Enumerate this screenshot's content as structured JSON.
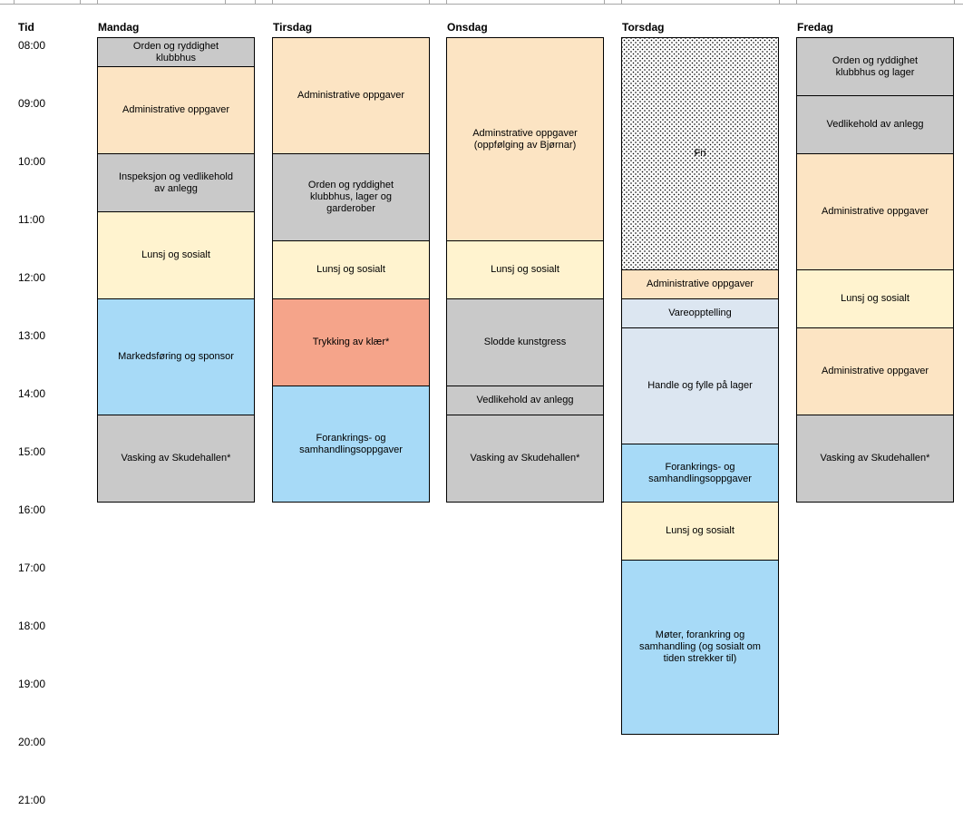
{
  "colors": {
    "gray": "#C9C9C9",
    "peach": "#FCE4C3",
    "cream": "#FFF3CF",
    "skyblue": "#A7DAF7",
    "paleblue": "#DCE6F1",
    "salmon": "#F5A48A",
    "dotted_pattern_fg": "#000000",
    "dotted_pattern_bg": "#FFFFFF",
    "border": "#000000",
    "gridline": "#A6A6A6"
  },
  "time_axis": {
    "label": "Tid",
    "times": [
      "08:00",
      "09:00",
      "10:00",
      "11:00",
      "12:00",
      "13:00",
      "14:00",
      "15:00",
      "16:00",
      "17:00",
      "18:00",
      "19:00",
      "20:00",
      "21:00"
    ]
  },
  "days": [
    {
      "name": "Mandag",
      "events": [
        {
          "label": "Orden og ryddighet klubbhus",
          "start": "08:00",
          "end": "08:30",
          "color": "gray"
        },
        {
          "label": "Administrative oppgaver",
          "start": "08:30",
          "end": "10:00",
          "color": "peach"
        },
        {
          "label": "Inspeksjon og vedlikehold av anlegg",
          "start": "10:00",
          "end": "11:00",
          "color": "gray"
        },
        {
          "label": "Lunsj og sosialt",
          "start": "11:00",
          "end": "12:30",
          "color": "cream"
        },
        {
          "label": "Markedsføring og sponsor",
          "start": "12:30",
          "end": "14:30",
          "color": "skyblue"
        },
        {
          "label": "Vasking av Skudehallen*",
          "start": "14:30",
          "end": "16:00",
          "color": "gray"
        }
      ]
    },
    {
      "name": "Tirsdag",
      "events": [
        {
          "label": "Administrative oppgaver",
          "start": "08:00",
          "end": "10:00",
          "color": "peach"
        },
        {
          "label": "Orden og ryddighet klubbhus, lager og garderober",
          "start": "10:00",
          "end": "11:30",
          "color": "gray"
        },
        {
          "label": "Lunsj og sosialt",
          "start": "11:30",
          "end": "12:30",
          "color": "cream"
        },
        {
          "label": "Trykking av klær*",
          "start": "12:30",
          "end": "14:00",
          "color": "salmon"
        },
        {
          "label": "Forankrings- og samhandlingsoppgaver",
          "start": "14:00",
          "end": "16:00",
          "color": "skyblue"
        }
      ]
    },
    {
      "name": "Onsdag",
      "events": [
        {
          "label": "Adminstrative oppgaver (oppfølging av Bjørnar)",
          "start": "08:00",
          "end": "11:30",
          "color": "peach"
        },
        {
          "label": "Lunsj og sosialt",
          "start": "11:30",
          "end": "12:30",
          "color": "cream"
        },
        {
          "label": "Slodde kunstgress",
          "start": "12:30",
          "end": "14:00",
          "color": "gray"
        },
        {
          "label": "Vedlikehold av anlegg",
          "start": "14:00",
          "end": "14:30",
          "color": "gray"
        },
        {
          "label": "Vasking av Skudehallen*",
          "start": "14:30",
          "end": "16:00",
          "color": "gray"
        }
      ]
    },
    {
      "name": "Torsdag",
      "events": [
        {
          "label": "Fri",
          "start": "08:00",
          "end": "12:00",
          "color": "dotted"
        },
        {
          "label": "Administrative oppgaver",
          "start": "12:00",
          "end": "12:30",
          "color": "peach"
        },
        {
          "label": "Vareopptelling",
          "start": "12:30",
          "end": "13:00",
          "color": "paleblue"
        },
        {
          "label": "Handle og fylle på lager",
          "start": "13:00",
          "end": "15:00",
          "color": "paleblue"
        },
        {
          "label": "Forankrings- og samhandlingsoppgaver",
          "start": "15:00",
          "end": "16:00",
          "color": "skyblue"
        },
        {
          "label": "Lunsj og sosialt",
          "start": "16:00",
          "end": "17:00",
          "color": "cream"
        },
        {
          "label": "Møter, forankring og samhandling (og sosialt om tiden strekker til)",
          "start": "17:00",
          "end": "20:00",
          "color": "skyblue"
        }
      ]
    },
    {
      "name": "Fredag",
      "events": [
        {
          "label": "Orden og ryddighet klubbhus og lager",
          "start": "08:00",
          "end": "09:00",
          "color": "gray"
        },
        {
          "label": "Vedlikehold av anlegg",
          "start": "09:00",
          "end": "10:00",
          "color": "gray"
        },
        {
          "label": "Administrative oppgaver",
          "start": "10:00",
          "end": "12:00",
          "color": "peach"
        },
        {
          "label": "Lunsj og sosialt",
          "start": "12:00",
          "end": "13:00",
          "color": "cream"
        },
        {
          "label": "Administrative oppgaver",
          "start": "13:00",
          "end": "14:30",
          "color": "peach"
        },
        {
          "label": "Vasking av Skudehallen*",
          "start": "14:30",
          "end": "16:00",
          "color": "gray"
        }
      ]
    }
  ]
}
